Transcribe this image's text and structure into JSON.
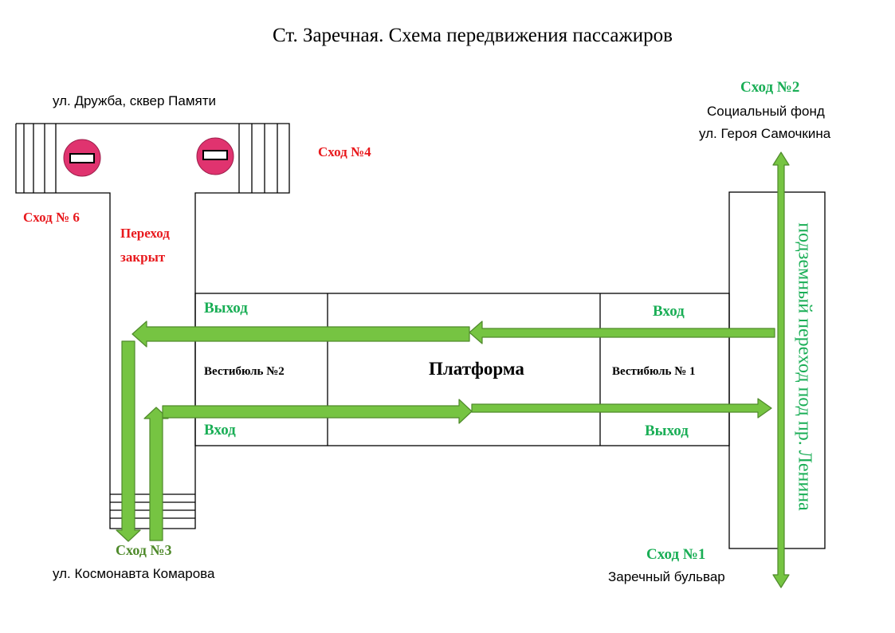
{
  "title": "Ст. Заречная. Схема передвижения пассажиров",
  "exits": {
    "exit2": {
      "label": "Сход №2",
      "address_line1": "Социальный фонд",
      "address_line2": "ул. Героя Самочкина"
    },
    "exit4": {
      "label": "Сход №4"
    },
    "exit6": {
      "label": "Сход № 6"
    },
    "exit3": {
      "label": "Сход №3",
      "address": "ул. Космонавта Комарова"
    },
    "exit1": {
      "label": "Сход №1",
      "address": "Заречный бульвар"
    }
  },
  "top_street": "ул. Дружба, сквер Памяти",
  "closed_passage": {
    "line1": "Переход",
    "line2": "закрыт"
  },
  "vestibule2": {
    "name": "Вестибюль №2",
    "exit_label": "Выход",
    "entry_label": "Вход"
  },
  "vestibule1": {
    "name": "Вестибюль № 1",
    "entry_label": "Вход",
    "exit_label": "Выход"
  },
  "platform": "Платформа",
  "underpass": "подземный переход под пр. Ленина",
  "colors": {
    "exit_closed": "#e8191d",
    "route_label": "#1aae56",
    "arrow_fill": "#76c442",
    "arrow_stroke": "#4f8a2b",
    "no_entry_sign": "#e0336f"
  },
  "icons": [
    "no-entry-icon",
    "no-entry-icon"
  ]
}
